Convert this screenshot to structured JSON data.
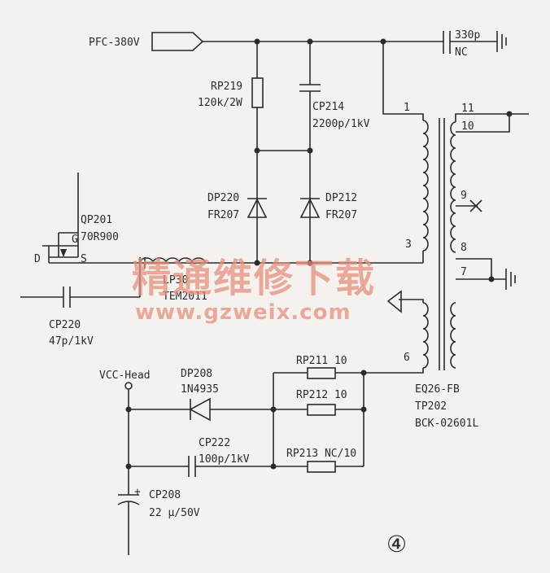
{
  "labels": {
    "pfc": "PFC-380V",
    "rp219_name": "RP219",
    "rp219_value": "120k/2W",
    "cp214_name": "CP214",
    "cp214_value": "2200p/1kV",
    "dp220_name": "DP220",
    "dp220_value": "FR207",
    "dp212_name": "DP212",
    "dp212_value": "FR207",
    "qp201_name": "QP201",
    "qp201_value": "70R900",
    "pin_d": "D",
    "pin_g": "G",
    "pin_s": "S",
    "lp_name": "LP30",
    "lp_value": "TEM2011",
    "cp220_name": "CP220",
    "cp220_value": "47p/1kV",
    "cap330_value": "330p",
    "cap330_nc": "NC",
    "pin1": "1",
    "pin3": "3",
    "pin6": "6",
    "pin11": "11",
    "pin10": "10",
    "pin9": "9",
    "pin8": "8",
    "pin7": "7",
    "tp_type": "EQ26-FB",
    "tp_name": "TP202",
    "tp_part": "BCK-02601L",
    "vcc": "VCC-Head",
    "dp208_name": "DP208",
    "dp208_value": "1N4935",
    "rp211": "RP211  10",
    "rp212": "RP212  10",
    "rp213": "RP213  NC/10",
    "cp222_name": "CP222",
    "cp222_value": "100p/1kV",
    "cp208_name": "CP208",
    "cp208_value": "22 μ/50V",
    "plus": "+",
    "circle_number": "④"
  },
  "watermark": {
    "cn": "精通维修下载",
    "url": "www.gzweix.com",
    "color": "#e4907e"
  }
}
